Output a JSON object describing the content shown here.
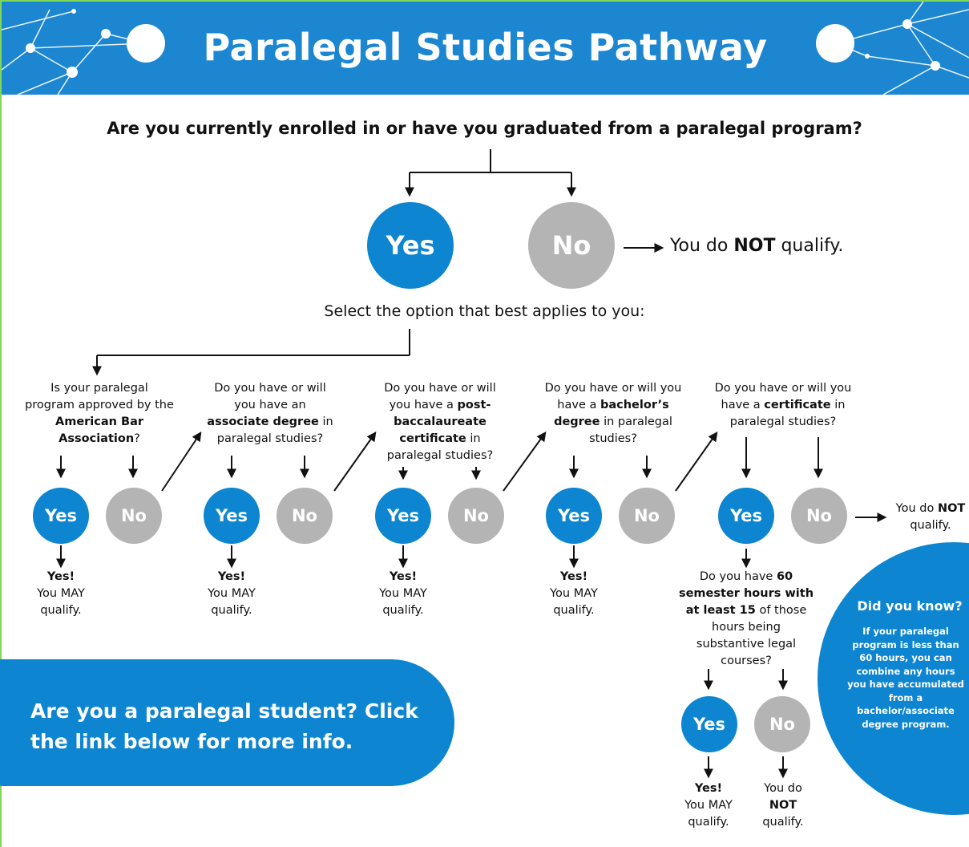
{
  "banner": {
    "title": "Paralegal Studies Pathway"
  },
  "main_question": "Are you currently enrolled in or have you graduated from a paralegal program?",
  "main_yes": "Yes",
  "main_no": "No",
  "main_no_result": {
    "pre": "You do ",
    "bold": "NOT",
    "post": " qualify."
  },
  "select_prompt": "Select the option that best applies to you:",
  "branches": [
    {
      "question_html": "Is your paralegal program approved by the <b>American Bar Association</b>?",
      "yes": "Yes",
      "no": "No",
      "result_bold": "Yes!",
      "result_text": "You MAY qualify."
    },
    {
      "question_html": "Do you have or will you have an <b>associate degree</b> in paralegal studies?",
      "yes": "Yes",
      "no": "No",
      "result_bold": "Yes!",
      "result_text": "You MAY qualify."
    },
    {
      "question_html": "Do you have or will you have a <b>post-baccalaureate certificate</b> in paralegal studies?",
      "yes": "Yes",
      "no": "No",
      "result_bold": "Yes!",
      "result_text": "You MAY qualify."
    },
    {
      "question_html": "Do you have or will you have a <b>bachelor’s degree</b> in paralegal studies?",
      "yes": "Yes",
      "no": "No",
      "result_bold": "Yes!",
      "result_text": "You MAY qualify."
    },
    {
      "question_html": "Do you have or will you have a <b>certificate</b> in paralegal studies?",
      "yes": "Yes",
      "no": "No",
      "no_result": "You do <b>NOT</b> qualify."
    }
  ],
  "sub_question_html": "Do you have <b>60 semester hours with at least 15</b> of those hours being substantive legal courses?",
  "sub_yes": "Yes",
  "sub_no": "No",
  "sub_yes_result": {
    "bold": "Yes!",
    "text": "You MAY qualify."
  },
  "sub_no_result_html": "You do <b>NOT</b> qualify.",
  "student_cta": "Are you a paralegal student? Click the link below for more info.",
  "did_you_know": {
    "title": "Did you know?",
    "body": "If your paralegal program is less than 60 hours, you can combine any hours you have accumulated from a bachelor/associate degree program."
  },
  "colors": {
    "banner": "#1c86d1",
    "yes": "#0d85d0",
    "no": "#b4b4b4",
    "frame": "#7ed957"
  }
}
